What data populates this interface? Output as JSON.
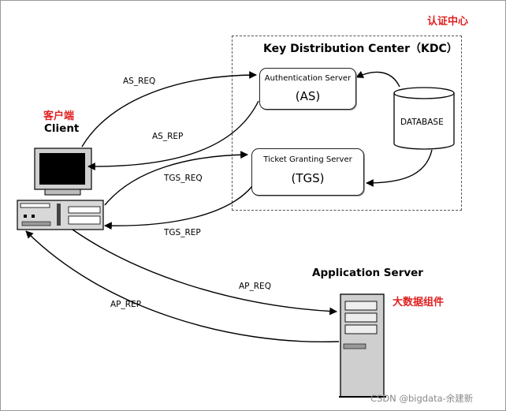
{
  "region_labels": {
    "kdc_cn": "认证中心",
    "client_cn": "客户端",
    "client_en": "Client",
    "app_server_en": "Application Server",
    "app_server_cn": "大数据组件"
  },
  "kdc": {
    "title": "Key Distribution Center（KDC）",
    "as": {
      "name": "Authentication Server",
      "abbr": "(AS)"
    },
    "tgs": {
      "name": "Ticket Granting Server",
      "abbr": "(TGS)"
    },
    "database": "DATABASE"
  },
  "messages": {
    "as_req": "AS_REQ",
    "as_rep": "AS_REP",
    "tgs_req": "TGS_REQ",
    "tgs_rep": "TGS_REP",
    "ap_req": "AP_REQ",
    "ap_rep": "AP_REP"
  },
  "watermark": "CSDN @bigdata-余建新",
  "colors": {
    "annotation_red": "#e02020",
    "line": "#000000"
  }
}
